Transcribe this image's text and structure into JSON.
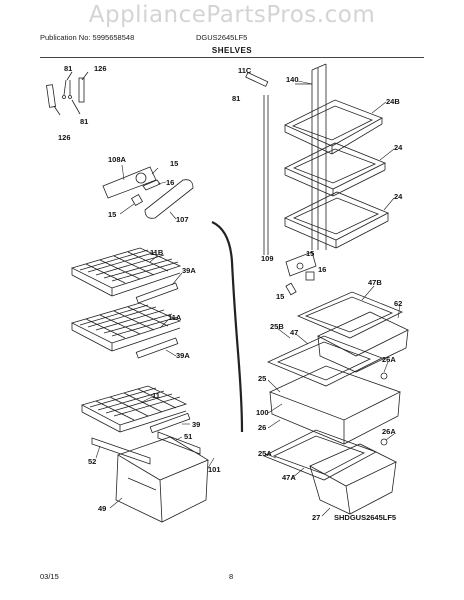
{
  "watermark": "AppliancePartsPros.com",
  "header": {
    "publication": "Publication No: 5995658548",
    "model": "DGUS2645LF5"
  },
  "title": "SHELVES",
  "diagram_code": "SHDGUS2645LF5",
  "callouts": {
    "c81a": "81",
    "c126a": "126",
    "c81b": "81",
    "c126b": "126",
    "c11c": "11C",
    "c140": "140",
    "c81c": "81",
    "c24b": "24B",
    "c24a": "24",
    "c24c": "24",
    "c108a": "108A",
    "c15a": "15",
    "c16a": "16",
    "c15b": "15",
    "c107": "107",
    "c109": "109",
    "c15c": "15",
    "c16b": "16",
    "c15d": "15",
    "c11b": "11B",
    "c39a1": "39A",
    "c47b": "47B",
    "c62": "62",
    "c11a": "11A",
    "c25b": "25B",
    "c47a": "47",
    "c39a2": "39A",
    "c26a1": "26A",
    "c25a": "25",
    "c11": "11",
    "c100": "100",
    "c26": "26",
    "c39": "39",
    "c51": "51",
    "c26a2": "26A",
    "c25a2": "25A",
    "c52": "52",
    "c47a2": "47A",
    "c101": "101",
    "c49": "49",
    "c27": "27"
  },
  "footer": {
    "date": "03/15",
    "page": "8"
  }
}
